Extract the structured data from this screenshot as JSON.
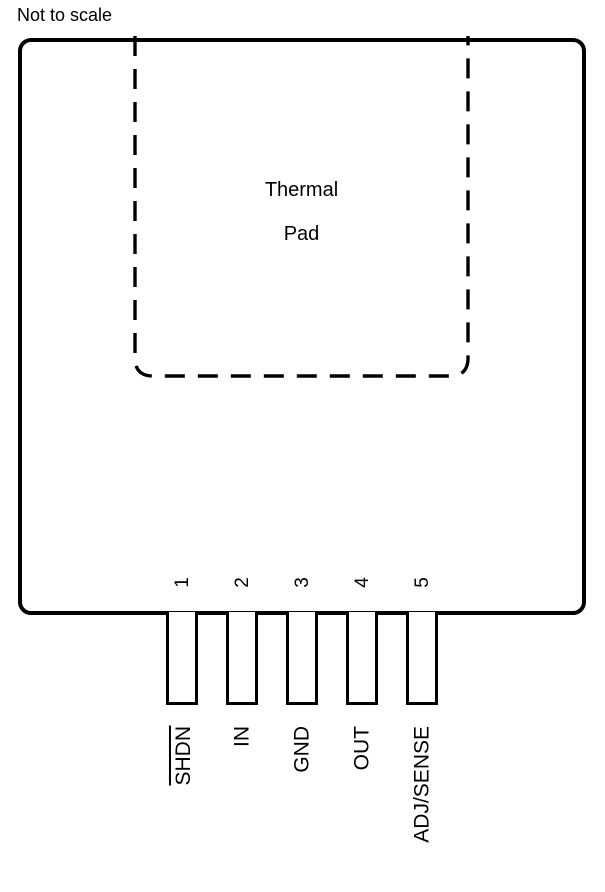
{
  "caption": "Not to scale",
  "package": {
    "thermal_pad": {
      "line1": "Thermal",
      "line2": "Pad"
    }
  },
  "pins": [
    {
      "number": "1",
      "name": "SHDN",
      "active_low": true
    },
    {
      "number": "2",
      "name": "IN",
      "active_low": false
    },
    {
      "number": "3",
      "name": "GND",
      "active_low": false
    },
    {
      "number": "4",
      "name": "OUT",
      "active_low": false
    },
    {
      "number": "5",
      "name": "ADJ/SENSE",
      "active_low": false
    }
  ],
  "colors": {
    "outline": "#000000",
    "text": "#000000",
    "background": "#ffffff"
  }
}
